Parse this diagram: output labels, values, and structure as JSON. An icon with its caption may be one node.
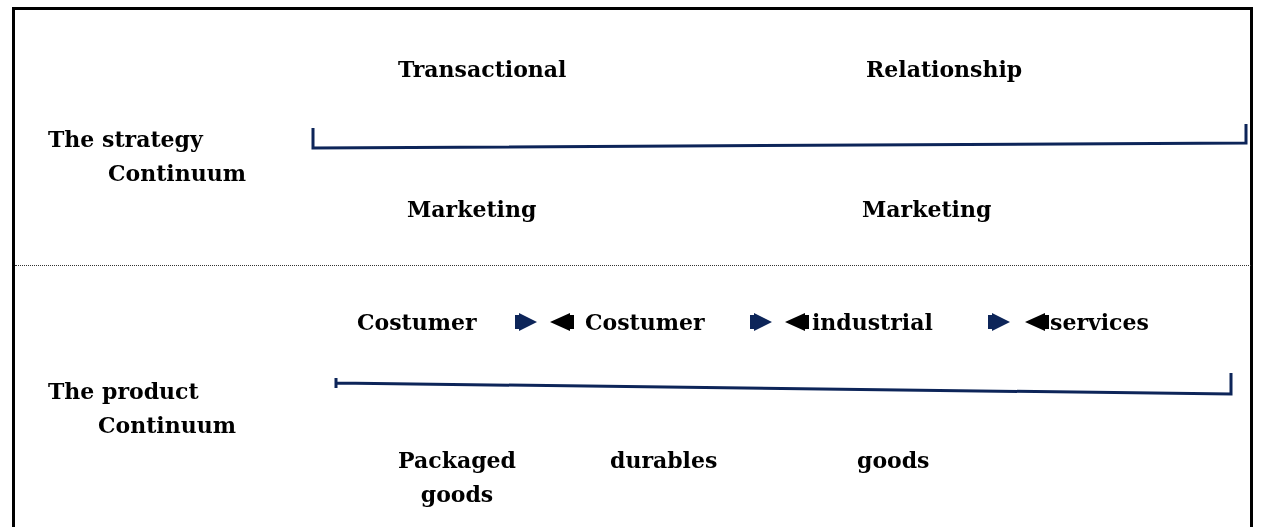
{
  "diagram": {
    "labels": [
      "Transactional",
      "Relationship",
      "The strategy Continuum",
      "Marketing",
      "Marketing",
      "Costumer",
      "Costumer",
      "industrial",
      "services",
      "The product Continuum",
      "Packaged goods",
      "durables",
      "goods"
    ]
  }
}
